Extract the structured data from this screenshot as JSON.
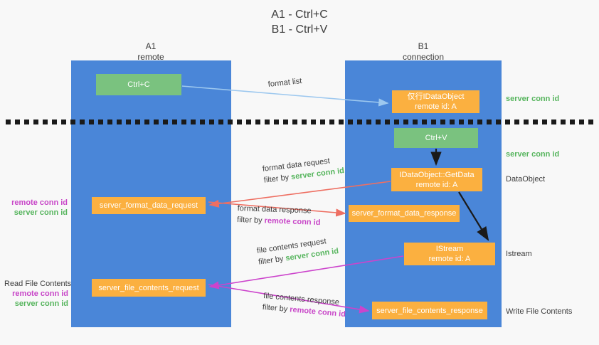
{
  "title": {
    "line1": "A1 - Ctrl+C",
    "line2": "B1 - Ctrl+V"
  },
  "lanes": [
    {
      "name": "a1",
      "line1": "A1",
      "line2": "remote"
    },
    {
      "name": "b1",
      "line1": "B1",
      "line2": "connection"
    }
  ],
  "boxes": {
    "ctrl_c": {
      "line1": "Ctrl+C",
      "color": "#7ac27f"
    },
    "ctrl_v": {
      "line1": "Ctrl+V",
      "color": "#7ac27f"
    },
    "idataobject": {
      "line1": "仅行IDataObject",
      "line2": "remote id: A",
      "color": "#fbb040"
    },
    "getdata": {
      "line1": "IDataObject::GetData",
      "line2": "remote id: A",
      "color": "#fbb040"
    },
    "istream": {
      "line1": "IStream",
      "line2": "remote id: A",
      "color": "#fbb040"
    },
    "server_format_data_request": {
      "line1": "server_format_data_request",
      "color": "#fbb040"
    },
    "server_format_data_response": {
      "line1": "server_format_data_response",
      "color": "#fbb040"
    },
    "server_file_contents_request": {
      "line1": "server_file_contents_request",
      "color": "#fbb040"
    },
    "server_file_contents_response": {
      "line1": "server_file_contents_response",
      "color": "#fbb040"
    }
  },
  "side_labels": {
    "server_conn_id_top": "server conn id",
    "server_conn_id_mid": "server conn id",
    "dataobject": "DataObject",
    "istream": "Istream",
    "write_file_contents": "Write File Contents"
  },
  "left_labels": {
    "group1": {
      "remote": "remote conn id",
      "server": "server conn id"
    },
    "group2": {
      "read_file_contents": "Read File Contents",
      "remote": "remote conn id",
      "server": "server conn id"
    }
  },
  "arrow_labels": {
    "format_list": {
      "line1": "format list"
    },
    "format_data_request": {
      "line1": "format data request",
      "filter_prefix": "filter by ",
      "filter_value": "server conn id"
    },
    "format_data_response": {
      "line1": "format data response",
      "filter_prefix": "filter by ",
      "filter_value": "remote conn id"
    },
    "file_contents_request": {
      "line1": "file contents request",
      "filter_prefix": "filter by ",
      "filter_value": "server conn id"
    },
    "file_contents_response": {
      "line1": "file contents response",
      "filter_prefix": "filter by ",
      "filter_value": "remote conn id"
    }
  },
  "colors": {
    "lane": "#4a86d8",
    "green": "#7ac27f",
    "orange": "#fbb040",
    "green_text": "#57b55e",
    "magenta_text": "#c846c8",
    "arrow_blue": "#9dc8ef",
    "arrow_red": "#ee6f62",
    "arrow_magenta": "#cc44cc",
    "arrow_black": "#1a1a1a",
    "background": "#f8f8f8"
  }
}
